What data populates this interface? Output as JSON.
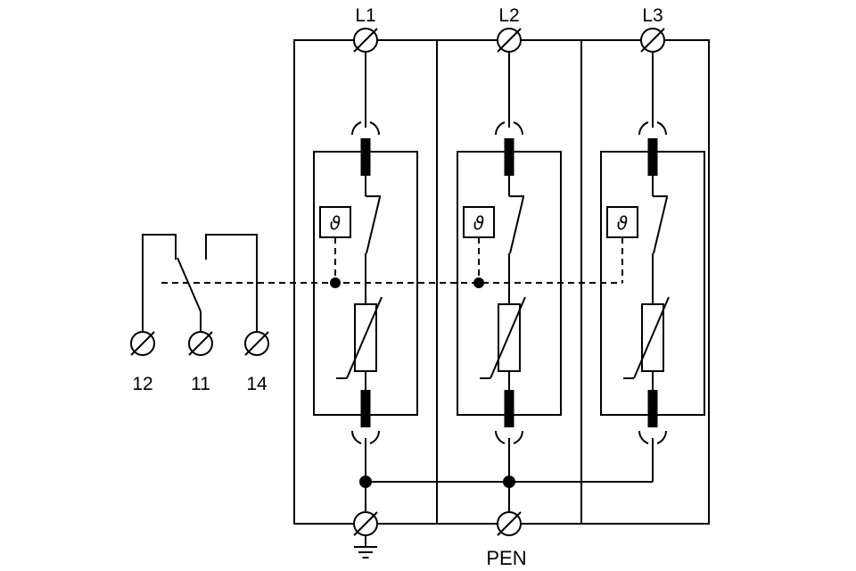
{
  "diagram_type": "surge-protector-circuit-schematic",
  "colors": {
    "line": "#000000",
    "background": "#ffffff"
  },
  "phase_labels": [
    {
      "label": "L1"
    },
    {
      "label": "L2"
    },
    {
      "label": "L3"
    }
  ],
  "thermal_symbol": "ϑ",
  "remote_contact": {
    "terminal_12": "12",
    "terminal_11": "11",
    "terminal_14": "14"
  },
  "pen_label": "PEN",
  "symbol_names": {
    "screw_terminal": "circle-with-slash",
    "varistor": "rectangle-with-diagonal",
    "thermal_disconnect": "theta-box-with-switch",
    "earth": "ground-bars",
    "plug_contact": "arc-break"
  }
}
